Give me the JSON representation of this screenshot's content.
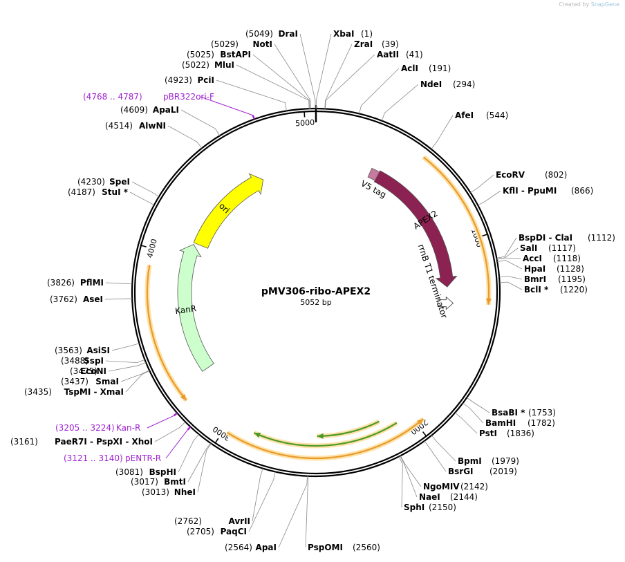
{
  "credit": {
    "prefix": "Created by",
    "brand": "SnapGene"
  },
  "plasmid": {
    "name": "pMV306-ribo-APEX2",
    "size_label": "5052 bp",
    "length": 5052
  },
  "ticks": [
    {
      "bp": 1000,
      "label": "1000"
    },
    {
      "bp": 2000,
      "label": "2000"
    },
    {
      "bp": 3000,
      "label": "3000"
    },
    {
      "bp": 4000,
      "label": "4000"
    },
    {
      "bp": 5000,
      "label": "5000"
    }
  ],
  "features": [
    {
      "name": "ori",
      "label": "ori",
      "start": 4100,
      "end": 4700,
      "dir": 1,
      "color": "#ffff00"
    },
    {
      "name": "apex2",
      "label": "APEX2",
      "start": 390,
      "end": 1230,
      "dir": 1,
      "color": "#8b2252"
    },
    {
      "name": "v5-tag",
      "label": "V5 tag",
      "start": 340,
      "end": 390,
      "dir": 1,
      "color": "#c77a9f"
    },
    {
      "name": "rrnb-t1-terminator",
      "label": "rrnB T1 terminator",
      "start": 1310,
      "end": 1360,
      "dir": 1,
      "color": "#ffffff"
    },
    {
      "name": "kanr",
      "label": "KanR",
      "start": 3300,
      "end": 4090,
      "dir": 1,
      "color": "#ccffcc"
    }
  ],
  "enzymes": [
    {
      "name": "XbaI",
      "pos": "(1)"
    },
    {
      "name": "ZraI",
      "pos": "(39)"
    },
    {
      "name": "AatII",
      "pos": "(41)"
    },
    {
      "name": "AclI",
      "pos": "(191)"
    },
    {
      "name": "NdeI",
      "pos": "(294)"
    },
    {
      "name": "AfeI",
      "pos": "(544)"
    },
    {
      "name": "EcoRV",
      "pos": "(802)"
    },
    {
      "name": "KflI  - PpuMI",
      "pos": "(866)"
    },
    {
      "name": "BspDI  - ClaI",
      "pos": "(1112)"
    },
    {
      "name": "SalI",
      "pos": "(1117)"
    },
    {
      "name": "AccI",
      "pos": "(1118)"
    },
    {
      "name": "HpaI",
      "pos": "(1128)"
    },
    {
      "name": "BmrI",
      "pos": "(1195)"
    },
    {
      "name": "BclI *",
      "pos": "(1220)"
    },
    {
      "name": "BsaBI *",
      "pos": "(1753)"
    },
    {
      "name": "BamHI",
      "pos": "(1782)"
    },
    {
      "name": "PstI",
      "pos": "(1836)"
    },
    {
      "name": "BpmI",
      "pos": "(1979)"
    },
    {
      "name": "BsrGI",
      "pos": "(2019)"
    },
    {
      "name": "NgoMIV",
      "pos": "(2142)"
    },
    {
      "name": "NaeI",
      "pos": "(2144)"
    },
    {
      "name": "SphI",
      "pos": "(2150)"
    },
    {
      "name": "PspOMI",
      "pos": "(2560)"
    },
    {
      "name": "ApaI",
      "pos": "(2564)"
    },
    {
      "name": "PaqCI",
      "pos": "(2705)"
    },
    {
      "name": "AvrII",
      "pos": "(2762)"
    },
    {
      "name": "NheI",
      "pos": "(3013)"
    },
    {
      "name": "BmtI",
      "pos": "(3017)"
    },
    {
      "name": "BspHI",
      "pos": "(3081)"
    },
    {
      "name": "PaeR7I  - PspXI  - XhoI",
      "pos": "(3161)"
    },
    {
      "name": "TspMI  - XmaI",
      "pos": "(3435)"
    },
    {
      "name": "SmaI",
      "pos": "(3437)"
    },
    {
      "name": "EcoNI",
      "pos": "(3475)"
    },
    {
      "name": "SspI",
      "pos": "(3488)"
    },
    {
      "name": "AsiSI",
      "pos": "(3563)"
    },
    {
      "name": "AseI",
      "pos": "(3762)"
    },
    {
      "name": "PflMI",
      "pos": "(3826)"
    },
    {
      "name": "StuI *",
      "pos": "(4187)"
    },
    {
      "name": "SpeI",
      "pos": "(4230)"
    },
    {
      "name": "AlwNI",
      "pos": "(4514)"
    },
    {
      "name": "ApaLI",
      "pos": "(4609)"
    },
    {
      "name": "PciI",
      "pos": "(4923)"
    },
    {
      "name": "MluI",
      "pos": "(5022)"
    },
    {
      "name": "BstAPI",
      "pos": "(5025)"
    },
    {
      "name": "NotI",
      "pos": "(5029)"
    },
    {
      "name": "DraI",
      "pos": "(5049)"
    }
  ],
  "primers": [
    {
      "name": "pBR322ori-F",
      "range": "(4768 .. 4787)",
      "bp": 4777
    },
    {
      "name": "Kan-R",
      "range": "(3205 .. 3224)",
      "bp": 3214
    },
    {
      "name": "pENTR-R",
      "range": "(3121 .. 3140)",
      "bp": 3130
    }
  ]
}
